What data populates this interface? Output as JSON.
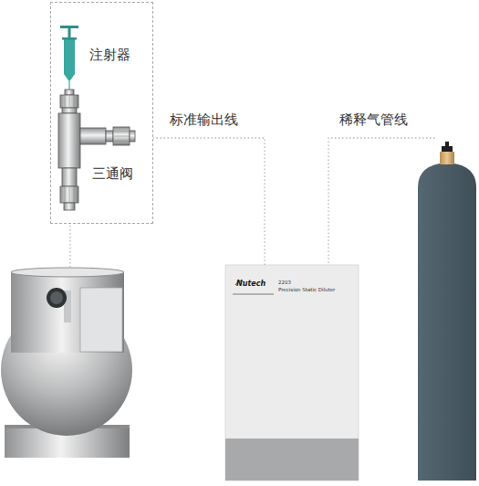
{
  "diagram": {
    "nodes": [
      {
        "text": [
          "注射器",
          "三通阀"
        ]
      },
      {
        "text": [
          "Nutech",
          "2203",
          "Precision Static Diluter"
        ]
      }
    ],
    "edges": [
      {
        "from": 1,
        "to": 0,
        "arrow": "none",
        "label": "标准输出线"
      }
    ],
    "labels": [
      "稀释气管线"
    ]
  }
}
